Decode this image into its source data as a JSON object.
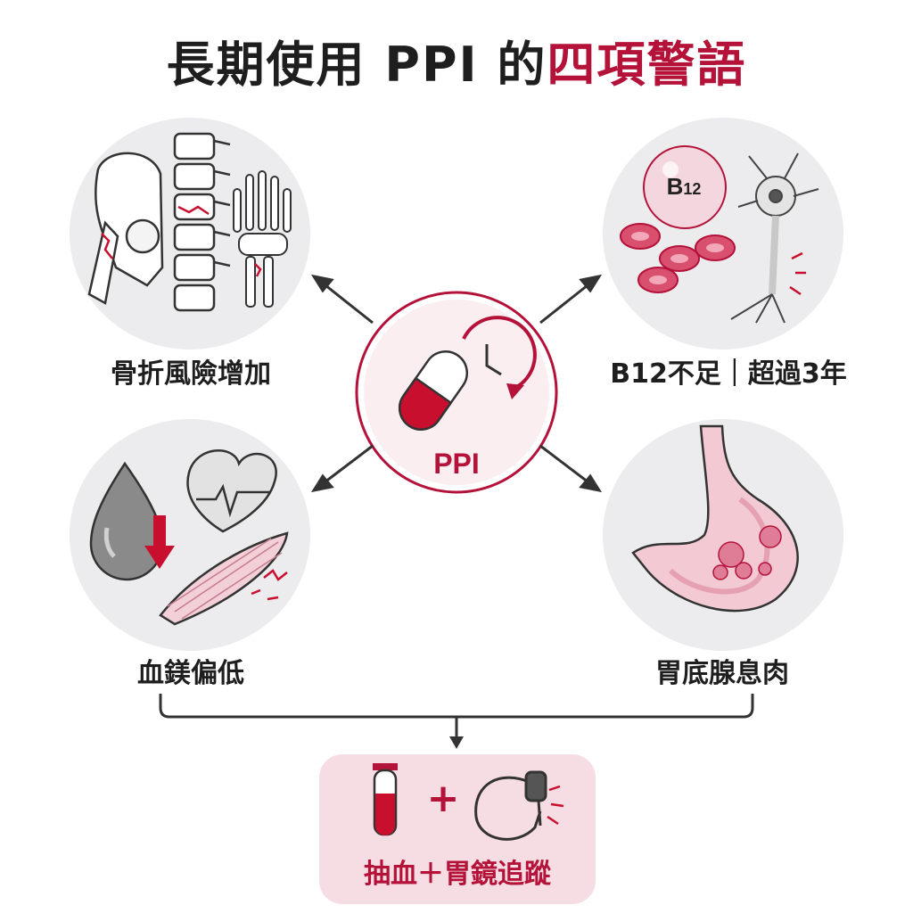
{
  "title": {
    "prefix": "長期使用 PPI 的",
    "accent": "四項警語",
    "accent_color": "#b5123a"
  },
  "center": {
    "label": "PPI",
    "icons": [
      "capsule-icon",
      "clock-icon"
    ]
  },
  "warnings": {
    "top_left": {
      "label": "骨折風險增加",
      "icons": [
        "hip-bone-icon",
        "spine-icon",
        "hand-skeleton-icon"
      ]
    },
    "top_right": {
      "label": "B12不足｜超過3年",
      "b12_main": "B",
      "b12_sub": "12",
      "icons": [
        "vitamin-b12-icon",
        "red-blood-cell-icon",
        "neuron-icon"
      ]
    },
    "bottom_left": {
      "label": "血鎂偏低",
      "icons": [
        "blood-drop-icon",
        "down-arrow-icon",
        "heart-rhythm-icon",
        "muscle-icon"
      ]
    },
    "bottom_right": {
      "label": "胃底腺息肉",
      "icons": [
        "stomach-polyp-icon"
      ]
    }
  },
  "followup": {
    "label": "抽血＋胃鏡追蹤",
    "plus": "+",
    "icons": [
      "blood-tube-icon",
      "endoscope-icon"
    ]
  },
  "colors": {
    "accent": "#b5123a",
    "circle_bg": "#ececee",
    "box_bg": "#f6dde3"
  }
}
